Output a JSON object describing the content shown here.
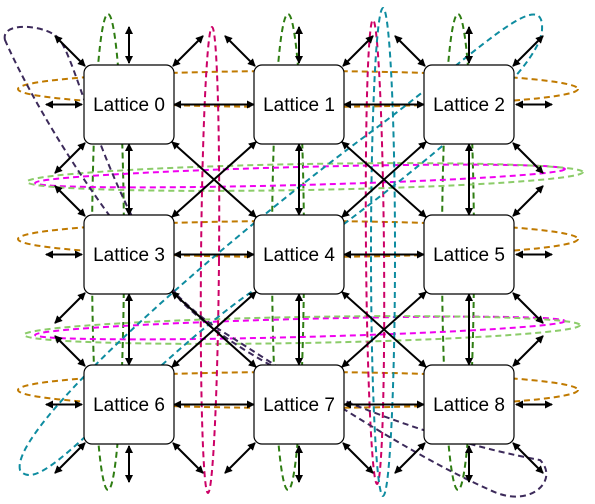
{
  "nodes": [
    {
      "id": 0,
      "label": "Lattice 0"
    },
    {
      "id": 1,
      "label": "Lattice 1"
    },
    {
      "id": 2,
      "label": "Lattice 2"
    },
    {
      "id": 3,
      "label": "Lattice 3"
    },
    {
      "id": 4,
      "label": "Lattice 4"
    },
    {
      "id": 5,
      "label": "Lattice 5"
    },
    {
      "id": 6,
      "label": "Lattice 6"
    },
    {
      "id": 7,
      "label": "Lattice 7"
    },
    {
      "id": 8,
      "label": "Lattice 8"
    }
  ],
  "edges": [
    [
      0,
      1
    ],
    [
      1,
      2
    ],
    [
      3,
      4
    ],
    [
      4,
      5
    ],
    [
      6,
      7
    ],
    [
      7,
      8
    ],
    [
      0,
      3
    ],
    [
      3,
      6
    ],
    [
      1,
      4
    ],
    [
      4,
      7
    ],
    [
      2,
      5
    ],
    [
      5,
      8
    ],
    [
      0,
      4
    ],
    [
      1,
      3
    ],
    [
      1,
      5
    ],
    [
      2,
      4
    ],
    [
      3,
      7
    ],
    [
      4,
      6
    ],
    [
      4,
      8
    ],
    [
      5,
      7
    ]
  ],
  "wrap_colors": {
    "row": "#c07a00",
    "column": "#2e7d12",
    "diagonal_pink": "#f000f0",
    "diagonal_green": "#8ccc6a",
    "crimson": "#cc0066",
    "teal": "#0e8ca0",
    "purple": "#3c2a5a"
  },
  "node_style": {
    "fill": "#ffffff",
    "stroke": "#000000"
  }
}
